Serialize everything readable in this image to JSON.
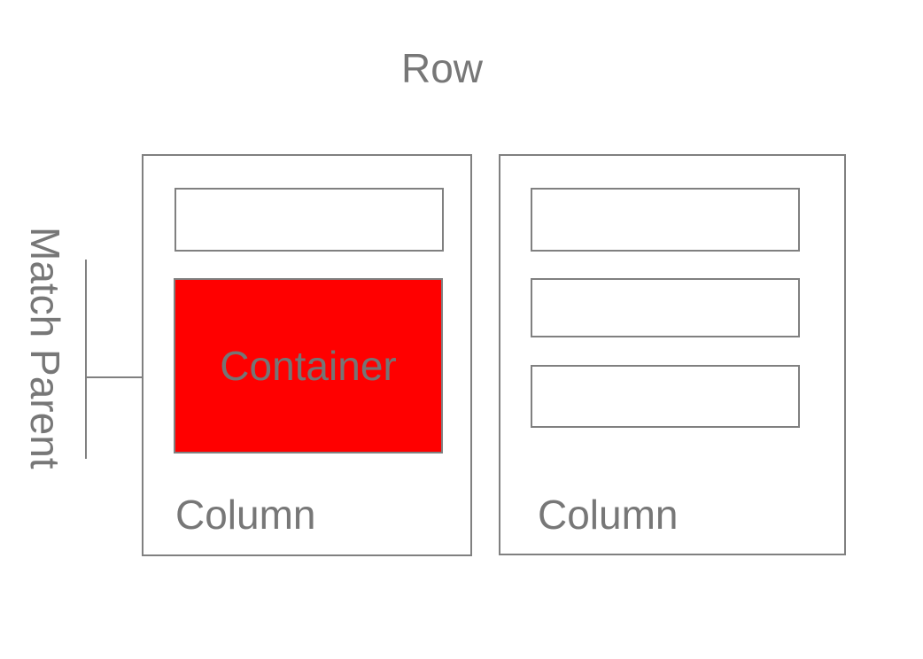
{
  "colors": {
    "container_fill": "#ff0000",
    "line": "#808080",
    "label": "#777777"
  },
  "diagram": {
    "row_label": "Row",
    "annotation_label": "Match Parent",
    "columns": [
      {
        "label": "Column",
        "container_label": "Container"
      },
      {
        "label": "Column"
      }
    ]
  }
}
